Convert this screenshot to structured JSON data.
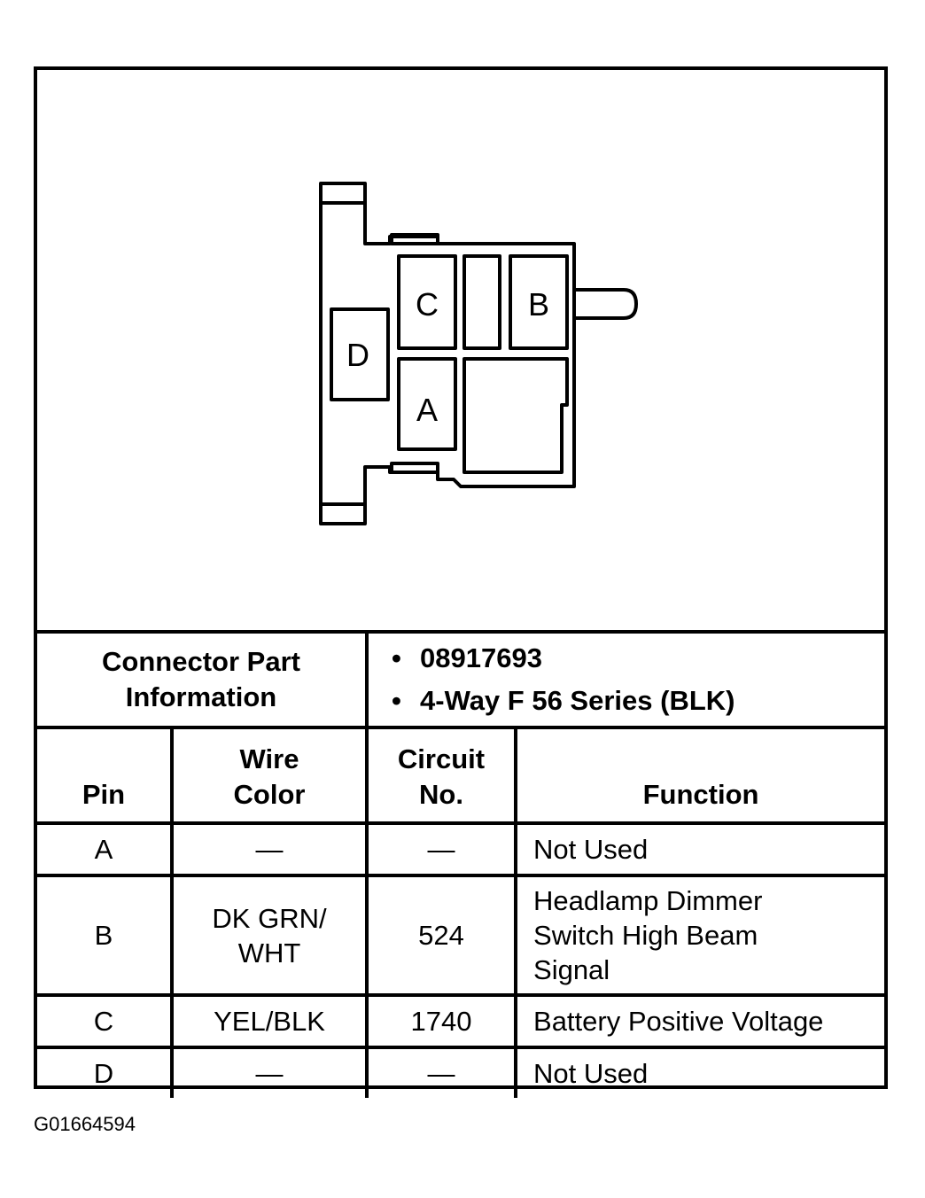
{
  "diagram": {
    "pins": [
      "C",
      "B",
      "D",
      "A"
    ]
  },
  "connector_info": {
    "label_line1": "Connector Part",
    "label_line2": "Information",
    "part_number": "08917693",
    "description": "4-Way F 56 Series (BLK)"
  },
  "table": {
    "headers": {
      "pin": "Pin",
      "wire_color_line1": "Wire",
      "wire_color_line2": "Color",
      "circuit_line1": "Circuit",
      "circuit_line2": "No.",
      "function": "Function"
    },
    "rows": [
      {
        "pin": "A",
        "wire": "—",
        "wire2": "",
        "circuit": "—",
        "function": "Not Used",
        "function2": "",
        "function3": ""
      },
      {
        "pin": "B",
        "wire": "DK GRN/",
        "wire2": "WHT",
        "circuit": "524",
        "function": "Headlamp Dimmer",
        "function2": "Switch High Beam",
        "function3": "Signal"
      },
      {
        "pin": "C",
        "wire": "YEL/BLK",
        "wire2": "",
        "circuit": "1740",
        "function": "Battery Positive Voltage",
        "function2": "",
        "function3": ""
      },
      {
        "pin": "D",
        "wire": "—",
        "wire2": "",
        "circuit": "—",
        "function": "Not Used",
        "function2": "",
        "function3": ""
      }
    ]
  },
  "caption": "G01664594"
}
